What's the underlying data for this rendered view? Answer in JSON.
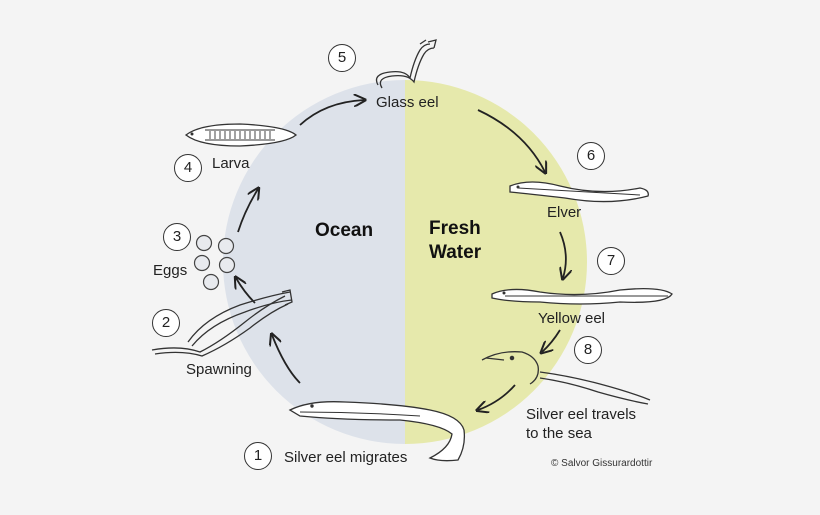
{
  "regions": {
    "ocean": "Ocean",
    "fresh_line1": "Fresh",
    "fresh_line2": "Water"
  },
  "colors": {
    "ocean": "#dde2ea",
    "fresh_water": "#e6e9ac",
    "ink": "#333333"
  },
  "stages": [
    {
      "number": "1",
      "label": "Silver eel migrates"
    },
    {
      "number": "2",
      "label": "Spawning"
    },
    {
      "number": "3",
      "label": "Eggs"
    },
    {
      "number": "4",
      "label": "Larva"
    },
    {
      "number": "5",
      "label": "Glass eel"
    },
    {
      "number": "6",
      "label": "Elver"
    },
    {
      "number": "7",
      "label": "Yellow eel"
    },
    {
      "number": "8",
      "label_line1": "Silver eel travels",
      "label_line2": "to the sea"
    }
  ],
  "credit": "© Salvor  Gissurardottir"
}
